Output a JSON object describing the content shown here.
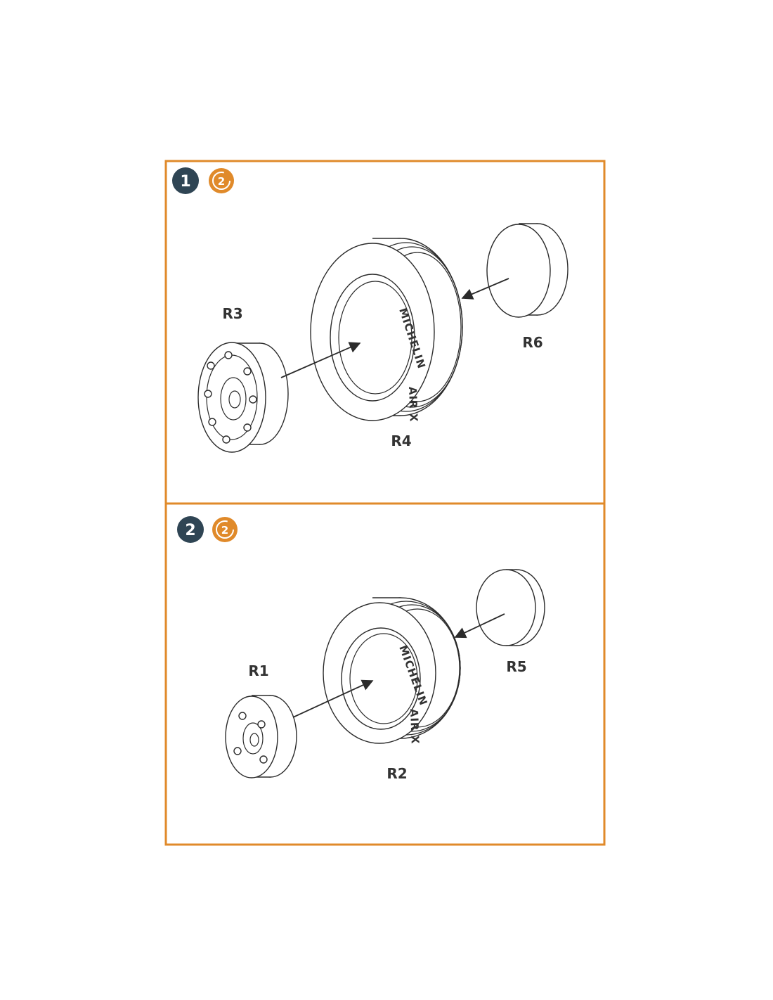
{
  "colors": {
    "frame": "#e08a2a",
    "step_badge": "#2f4554",
    "repeat_symbol": "#e08a2a",
    "line": "#2b2b2b"
  },
  "icons": [
    "step-number-badge",
    "repeat-step-icon",
    "assembly-arrow-icon"
  ],
  "steps": [
    {
      "number": "1",
      "repeat_count": "2",
      "parts": {
        "hub": "R3",
        "tire": "R4",
        "cap": "R6"
      },
      "tire_marking": {
        "brand": "MICHELIN",
        "model": "AIR X"
      }
    },
    {
      "number": "2",
      "repeat_count": "2",
      "parts": {
        "hub": "R1",
        "tire": "R2",
        "cap": "R5"
      },
      "tire_marking": {
        "brand": "MICHELIN",
        "model": "AIR X"
      }
    }
  ]
}
